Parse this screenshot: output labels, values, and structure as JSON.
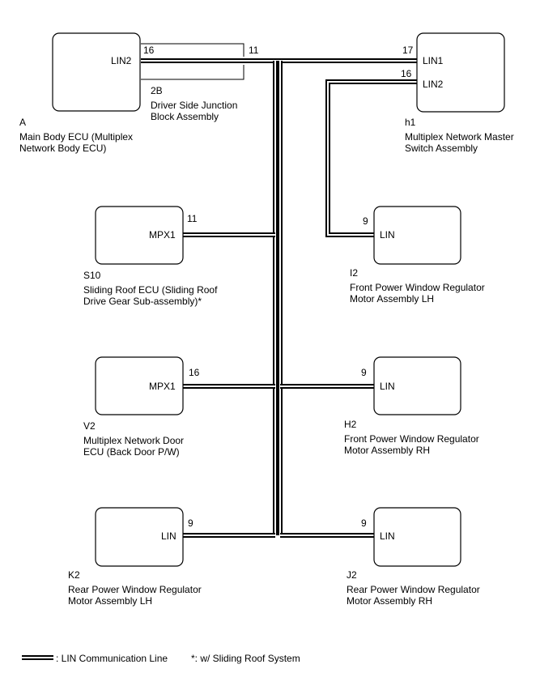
{
  "components": {
    "main_body_ecu": {
      "code": "A",
      "line1": "Main Body ECU (Multiplex",
      "line2": "Network Body ECU)",
      "port": "LIN2",
      "pin": "16"
    },
    "junction_block": {
      "code": "2B",
      "line1": "Driver Side Junction",
      "line2": "Block Assembly",
      "pin_out": "11"
    },
    "master_switch": {
      "code": "h1",
      "line1": "Multiplex Network Master",
      "line2": "Switch Assembly",
      "port1": "LIN1",
      "pin1": "17",
      "port2": "LIN2",
      "pin2": "16"
    },
    "sliding_roof_ecu": {
      "code": "S10",
      "line1": "Sliding Roof ECU (Sliding Roof",
      "line2": "Drive Gear Sub-assembly)*",
      "port": "MPX1",
      "pin": "11"
    },
    "front_lh": {
      "code": "I2",
      "line1": "Front Power Window Regulator",
      "line2": "Motor Assembly LH",
      "port": "LIN",
      "pin": "9"
    },
    "door_ecu": {
      "code": "V2",
      "line1": "Multiplex Network Door",
      "line2": "ECU (Back Door P/W)",
      "port": "MPX1",
      "pin": "16"
    },
    "front_rh": {
      "code": "H2",
      "line1": "Front Power Window Regulator",
      "line2": "Motor Assembly RH",
      "port": "LIN",
      "pin": "9"
    },
    "rear_lh": {
      "code": "K2",
      "line1": "Rear Power Window Regulator",
      "line2": "Motor Assembly LH",
      "port": "LIN",
      "pin": "9"
    },
    "rear_rh": {
      "code": "J2",
      "line1": "Rear Power Window Regulator",
      "line2": "Motor Assembly RH",
      "port": "LIN",
      "pin": "9"
    }
  },
  "legend": {
    "line_label": ": LIN Communication Line",
    "note": "*: w/ Sliding Roof System"
  }
}
